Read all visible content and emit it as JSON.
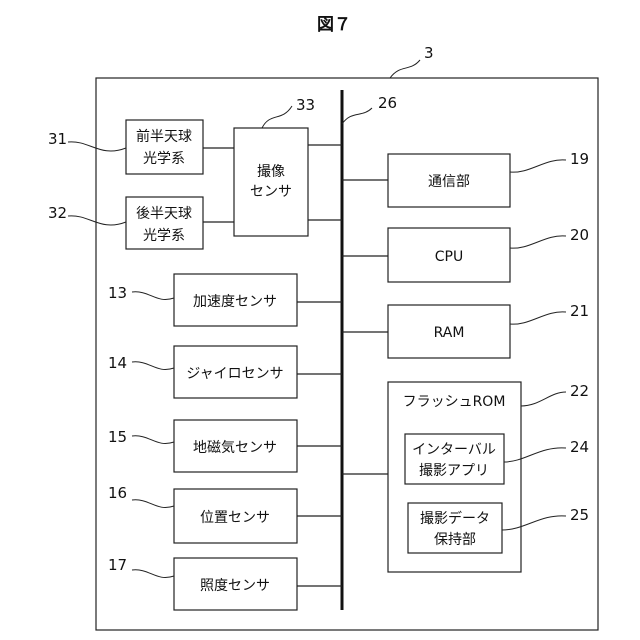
{
  "title": "図７",
  "device_ref": "3",
  "bus_ref": "26",
  "sensor_ref": "33",
  "image_sensor": [
    "撮像",
    "センサ"
  ],
  "optics": [
    {
      "ref": "31",
      "lines": [
        "前半天球",
        "光学系"
      ]
    },
    {
      "ref": "32",
      "lines": [
        "後半天球",
        "光学系"
      ]
    }
  ],
  "sensors": [
    {
      "ref": "13",
      "label": "加速度センサ"
    },
    {
      "ref": "14",
      "label": "ジャイロセンサ"
    },
    {
      "ref": "15",
      "label": "地磁気センサ"
    },
    {
      "ref": "16",
      "label": "位置センサ"
    },
    {
      "ref": "17",
      "label": "照度センサ"
    }
  ],
  "right_blocks": [
    {
      "ref": "19",
      "label": "通信部"
    },
    {
      "ref": "20",
      "label": "CPU"
    },
    {
      "ref": "21",
      "label": "RAM"
    }
  ],
  "rom": {
    "ref": "22",
    "label": "フラッシュROM",
    "items": [
      {
        "ref": "24",
        "lines": [
          "インターバル",
          "撮影アプリ"
        ]
      },
      {
        "ref": "25",
        "lines": [
          "撮影データ",
          "保持部"
        ]
      }
    ]
  }
}
